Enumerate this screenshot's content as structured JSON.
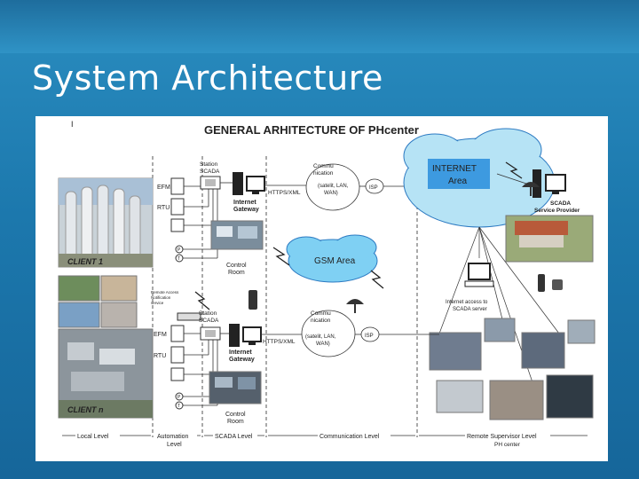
{
  "slide": {
    "title": "System Architecture"
  },
  "diagram": {
    "heading": "GENERAL ARHITECTURE OF PHcenter",
    "corner_mark": "I",
    "client1": {
      "label": "CLIENT 1",
      "efm": "EFM",
      "rtu": "RTU",
      "p": "P",
      "t": "T",
      "station_line1": "Station",
      "station_line2": "SCADA",
      "gateway_line1": "Internet",
      "gateway_line2": "Gateway",
      "protocol": "HTTPS/XML",
      "control_line1": "Control",
      "control_line2": "Room",
      "comm_line1": "Commu",
      "comm_line2": "nication",
      "comm_line3": "(satelit, LAN,",
      "comm_line4": "WAN)",
      "isp": "ISP"
    },
    "clientn": {
      "label": "CLIENT n",
      "efm": "EFM",
      "rtu": "RTU",
      "p": "P",
      "t": "T",
      "station_line1": "Station",
      "station_line2": "SCADA",
      "gateway_line1": "Internet",
      "gateway_line2": "Gateway",
      "protocol": "HTTPS/XML",
      "control_line1": "Control",
      "control_line2": "Room",
      "comm_line1": "Commu",
      "comm_line2": "nication",
      "comm_line3": "(satelit, LAN,",
      "comm_line4": "WAN)",
      "isp": "ISP",
      "remote_line1": "Remote Access",
      "remote_line2": "Notification",
      "remote_line3": "service"
    },
    "internet_line1": "INTERNET",
    "internet_line2": "Area",
    "gsm": "GSM Area",
    "provider_line1": "SCADA",
    "provider_line2": "Service Provider",
    "access_line1": "Internet access to",
    "access_line2": "SCADA server",
    "levels": {
      "local": "Local Level",
      "automation_line1": "Automation",
      "automation_line2": "Level",
      "scada": "SCADA Level",
      "communication": "Communication Level",
      "remote_line1": "Remote Supervisor Level",
      "remote_line2": "PH center"
    }
  }
}
